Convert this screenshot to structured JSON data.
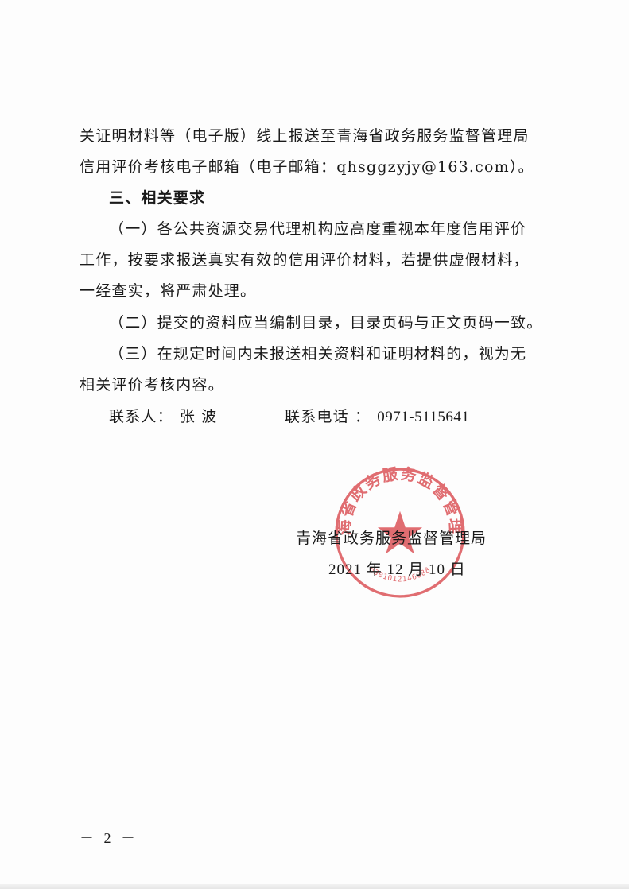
{
  "body": {
    "p1_line1": "关证明材料等（电子版）线上报送至青海省政务服务监督管理局",
    "p1_line2": "信用评价考核电子邮箱（电子邮箱：qhsggzyjy@163.com）。",
    "heading": "三、相关要求",
    "req1_line1": "（一）各公共资源交易代理机构应高度重视本年度信用评价",
    "req1_line2": "工作，按要求报送真实有效的信用评价材料，若提供虚假材料，",
    "req1_line3": "一经查实，将严肃处理。",
    "req2_line1": "（二）提交的资料应当编制目录，目录页码与正文页码一致。",
    "req3_line1": "（三）在规定时间内未报送相关资料和证明材料的，视为无",
    "req3_line2": "相关评价考核内容。"
  },
  "contact": {
    "person_label": "联系人：",
    "person_name": "张 波",
    "phone_label": "联系电话 ：",
    "phone_value": "0971-5115641"
  },
  "signoff": {
    "organization": "青海省政务服务监督管理局",
    "date": "2021 年 12 月 10 日"
  },
  "seal": {
    "text": "青海省政务服务监督管理局",
    "code": "6301012146088",
    "color": "#d9454a"
  },
  "footer": {
    "page_number": "－ 2 －"
  }
}
